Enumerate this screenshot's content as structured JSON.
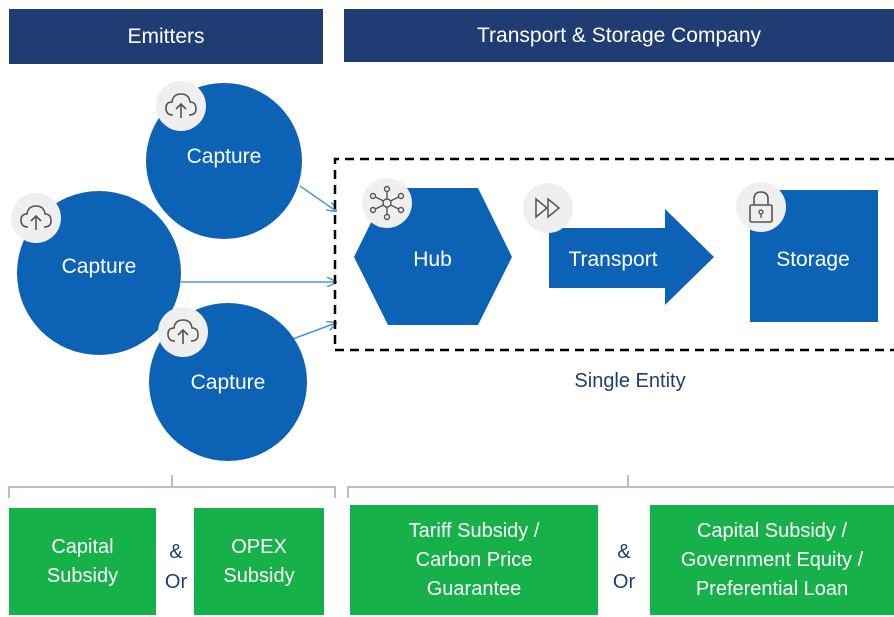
{
  "headers": {
    "emitters": "Emitters",
    "ts_company": "Transport & Storage Company"
  },
  "captures": [
    {
      "label": "Capture",
      "icon": "cloud-upload-icon"
    },
    {
      "label": "Capture",
      "icon": "cloud-upload-icon"
    },
    {
      "label": "Capture",
      "icon": "cloud-upload-icon"
    }
  ],
  "chain": {
    "hub": {
      "label": "Hub",
      "icon": "network-hub-icon"
    },
    "transport": {
      "label": "Transport",
      "icon": "fast-forward-icon"
    },
    "storage": {
      "label": "Storage",
      "icon": "padlock-icon"
    },
    "entity_label": "Single Entity"
  },
  "funding": {
    "emitters": {
      "box1": [
        "Capital",
        "Subsidy"
      ],
      "conj": [
        "&",
        "Or"
      ],
      "box2": [
        "OPEX",
        "Subsidy"
      ]
    },
    "ts": {
      "box1": [
        "Tariff Subsidy /",
        "Carbon Price",
        "Guarantee"
      ],
      "conj": [
        "&",
        "Or"
      ],
      "box2": [
        "Capital Subsidy /",
        "Government Equity /",
        "Preferential Loan"
      ]
    }
  },
  "colors": {
    "navy": "#1f3d73",
    "blue": "#0c62b5",
    "green": "#17b14a",
    "badge": "#efefef"
  }
}
